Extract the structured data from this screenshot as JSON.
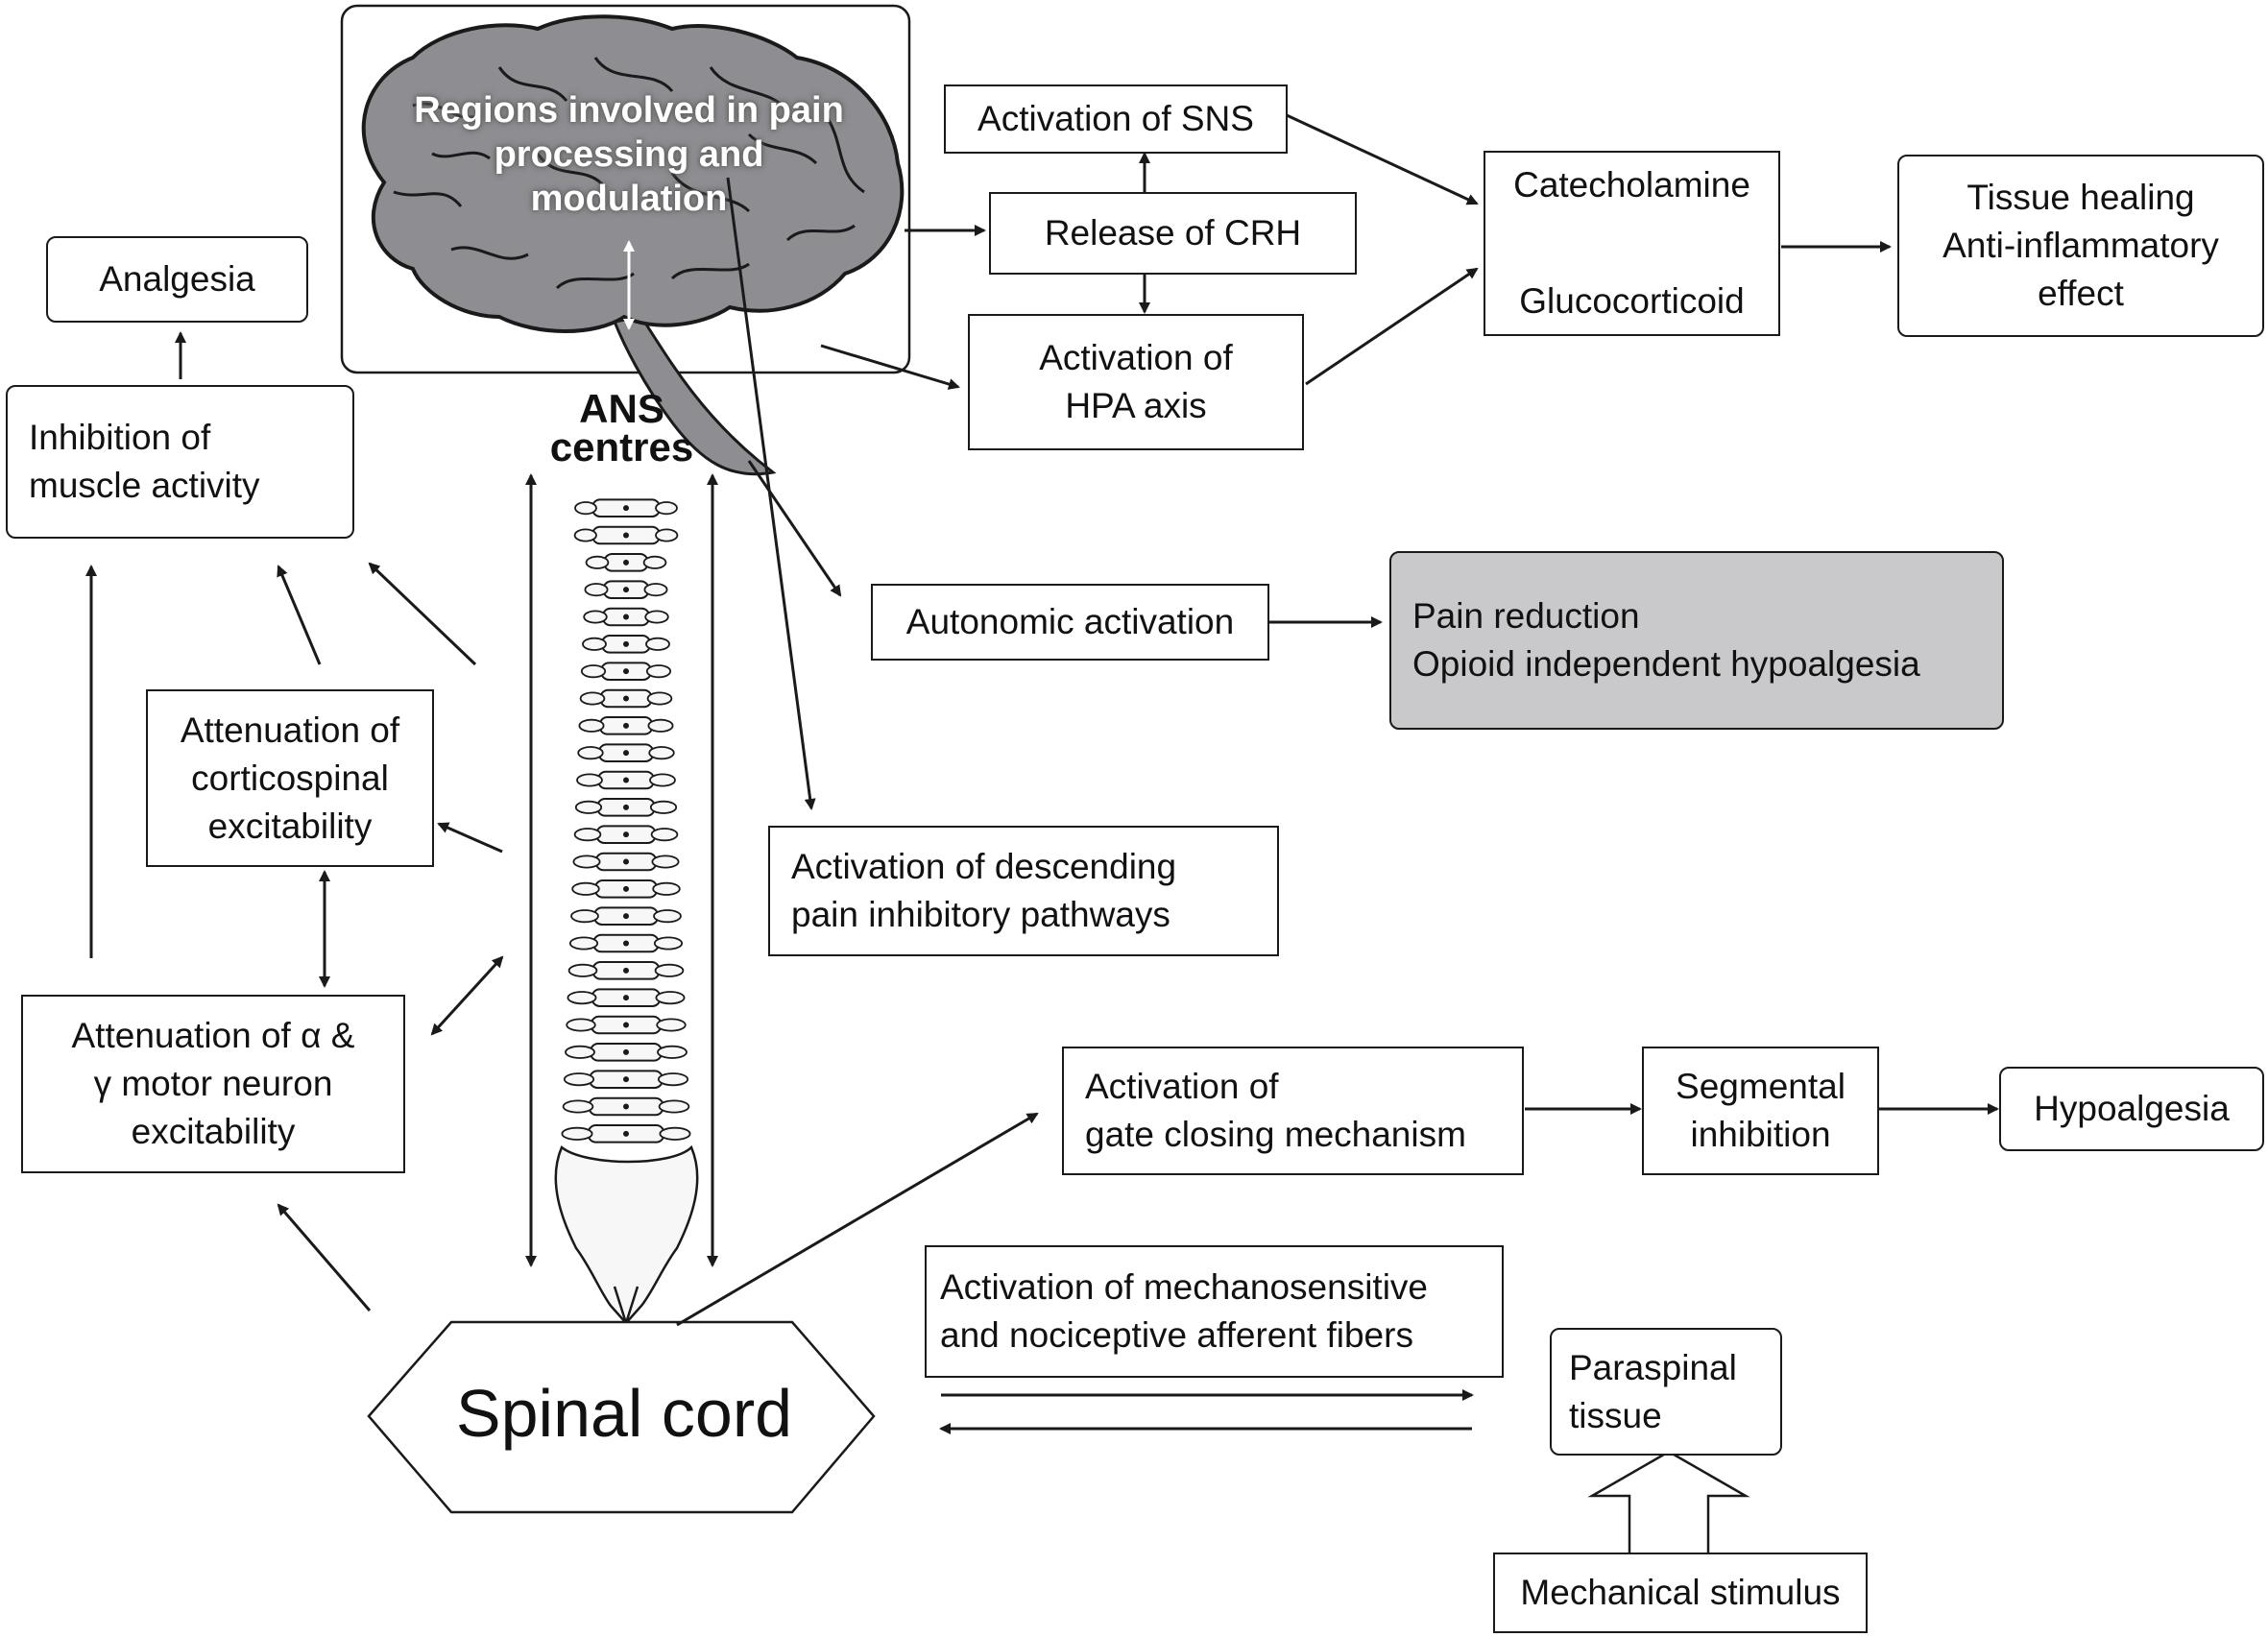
{
  "brain": {
    "title": "Regions involved in pain processing and modulation",
    "ans_label": "ANS centres"
  },
  "center": {
    "activation_sns": "Activation of SNS",
    "release_crh": "Release of CRH",
    "activation_hpa": [
      "Activation of",
      "HPA axis"
    ],
    "hormones": [
      "Catecholamine",
      "Glucocorticoid"
    ],
    "tissue_healing": [
      "Tissue healing",
      "Anti-inflammatory",
      "effect"
    ],
    "autonomic_activation": "Autonomic activation",
    "pain_reduction": [
      "Pain reduction",
      "Opioid independent hypoalgesia"
    ],
    "descending": [
      "Activation of descending",
      "pain inhibitory pathways"
    ]
  },
  "left": {
    "analgesia": "Analgesia",
    "inhibition": [
      "Inhibition of",
      "muscle activity"
    ],
    "corticospinal": [
      "Attenuation of",
      "corticospinal",
      "excitability"
    ],
    "motor_neuron": [
      "Attenuation of α &",
      "γ motor neuron",
      "excitability"
    ]
  },
  "lower": {
    "gate": [
      "Activation of",
      "gate closing mechanism"
    ],
    "segmental": [
      "Segmental",
      "inhibition"
    ],
    "hypoalgesia": "Hypoalgesia",
    "afferent": [
      "Activation of mechanosensitive",
      "and nociceptive afferent fibers"
    ],
    "paraspinal": [
      "Paraspinal",
      "tissue"
    ],
    "mechanical": "Mechanical stimulus",
    "spinal_cord": "Spinal cord"
  },
  "colors": {
    "stroke": "#1a1a1a",
    "brain_fill": "#8e8e92",
    "shaded_box": "#c9c9cb",
    "bone_fill": "#f7f7f7"
  }
}
